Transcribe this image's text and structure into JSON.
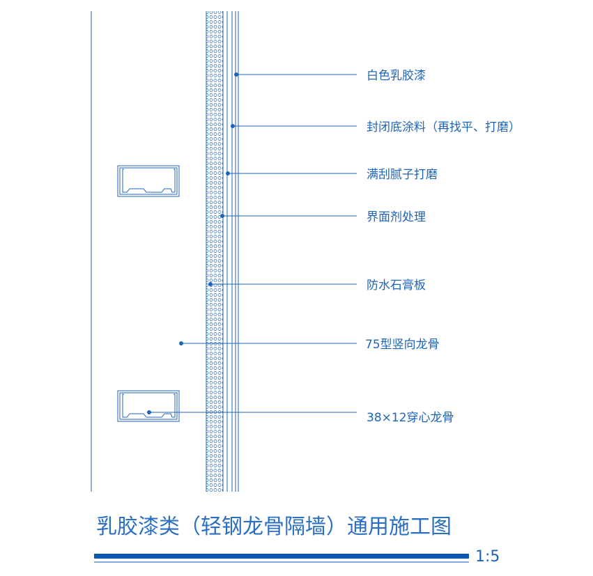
{
  "colors": {
    "line": "#1d64b7",
    "title": "#2a6fc2",
    "title_bar": "#0d56b0",
    "background": "#ffffff"
  },
  "callouts": [
    {
      "label": "白色乳胶漆"
    },
    {
      "label": "封闭底涂料（再找平、打磨）"
    },
    {
      "label": "满刮腻子打磨"
    },
    {
      "label": "界面剂处理"
    },
    {
      "label": "防水石膏板"
    },
    {
      "label": "75型竖向龙骨"
    },
    {
      "label": "38×12穿心龙骨"
    }
  ],
  "title": {
    "text": "乳胶漆类（轻钢龙骨隔墙）通用施工图",
    "scale": "1:5"
  }
}
